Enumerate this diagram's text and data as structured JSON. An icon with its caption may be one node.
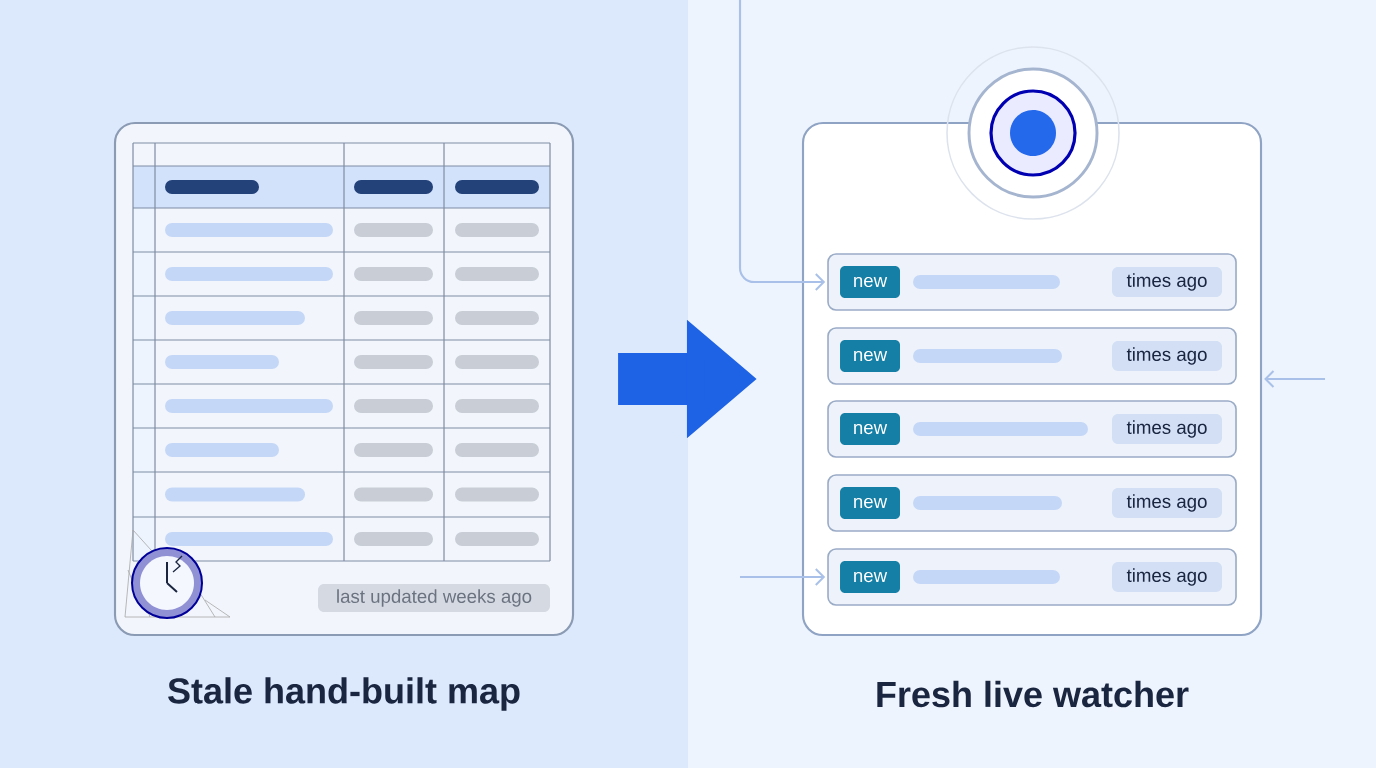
{
  "diagram": {
    "nodes": [
      {
        "text": [
          "Stale hand-built map"
        ]
      },
      {
        "text": [
          "last updated weeks ago"
        ],
        "in": 0
      },
      {
        "text": [
          "Fresh live watcher"
        ]
      },
      {
        "text": [
          "new",
          "times ago"
        ],
        "in": 2
      },
      {
        "text": [
          "new",
          "times ago"
        ],
        "in": 2
      },
      {
        "text": [
          "new",
          "times ago"
        ],
        "in": 2
      },
      {
        "text": [
          "new",
          "times ago"
        ],
        "in": 2
      },
      {
        "text": [
          "new",
          "times ago"
        ],
        "in": 2
      }
    ],
    "edges": [
      {
        "from": 0,
        "to": 2,
        "arrow": "to",
        "style": "thick",
        "color": "#1e63e6"
      },
      {
        "from": null,
        "to": 3,
        "arrow": "to"
      },
      {
        "from": null,
        "to": 2,
        "arrow": "to"
      },
      {
        "from": null,
        "to": 7,
        "arrow": "to"
      }
    ]
  }
}
